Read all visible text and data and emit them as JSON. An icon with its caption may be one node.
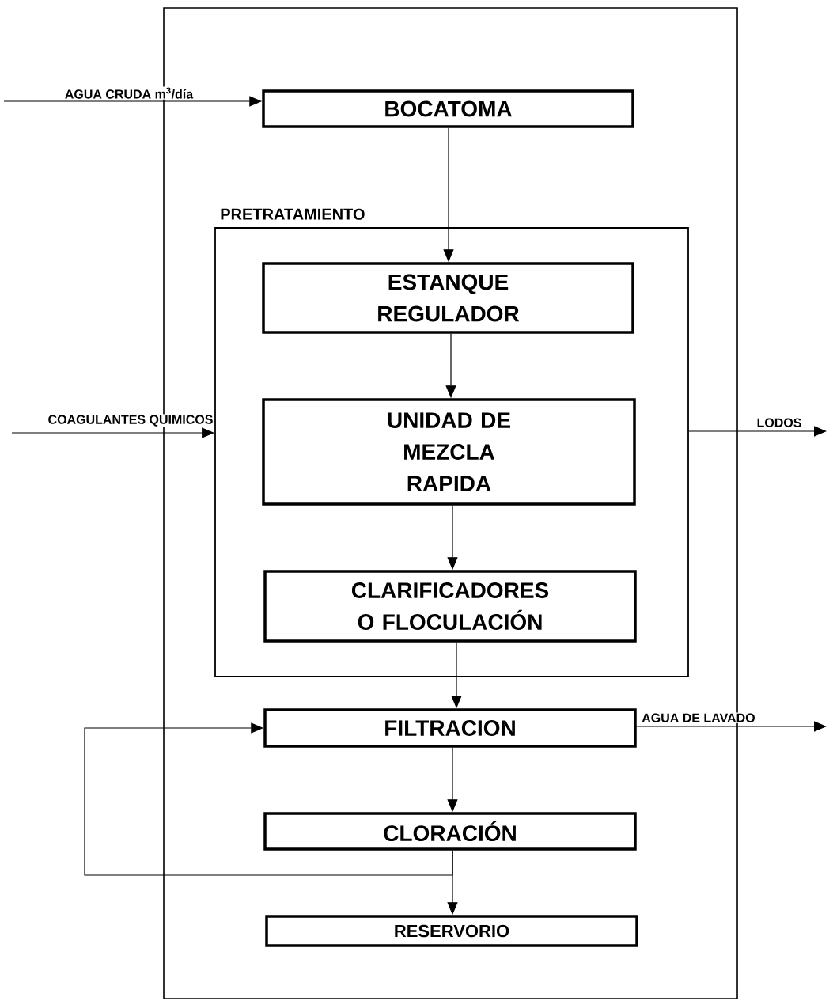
{
  "diagram": {
    "nodes": [
      {
        "text": [],
        "shape": "box"
      },
      {
        "text": [
          "BOCATOMA"
        ],
        "in": 0
      },
      {
        "text": [
          "PRETRATAMIENTO"
        ],
        "in": 0
      },
      {
        "text": [
          "ESTANQUE REGULADOR"
        ],
        "in": 2
      },
      {
        "text": [
          "UNIDAD DE MEZCLA RAPIDA"
        ],
        "in": 2
      },
      {
        "text": [
          "CLARIFICADORES O FLOCULACIÓN"
        ],
        "in": 2
      },
      {
        "text": [
          "FILTRACION"
        ],
        "in": 0
      },
      {
        "text": [
          "CLORACIÓN"
        ],
        "in": 0
      },
      {
        "text": [
          "RESERVORIO"
        ],
        "in": 0
      }
    ],
    "edges": [
      {
        "from": null,
        "to": 1,
        "arrow": "to",
        "label": "AGUA CRUDA m$^{3}$/día"
      },
      {
        "from": 1,
        "to": 3,
        "arrow": "to"
      },
      {
        "from": 3,
        "to": 4,
        "arrow": "to"
      },
      {
        "from": null,
        "to": 2,
        "arrow": "to",
        "label": "COAGULANTES QUIMICOS"
      },
      {
        "from": 4,
        "to": 5,
        "arrow": "to"
      },
      {
        "from": 2,
        "to": null,
        "arrow": "to",
        "label": "LODOS"
      },
      {
        "from": 5,
        "to": 6,
        "arrow": "to"
      },
      {
        "from": 6,
        "to": null,
        "arrow": "to",
        "label": "AGUA DE LAVADO"
      },
      {
        "from": 6,
        "to": 7,
        "arrow": "to"
      },
      {
        "from": 7,
        "to": 8,
        "arrow": "to"
      },
      {
        "from": 7,
        "to": 6,
        "arrow": "to"
      }
    ]
  }
}
